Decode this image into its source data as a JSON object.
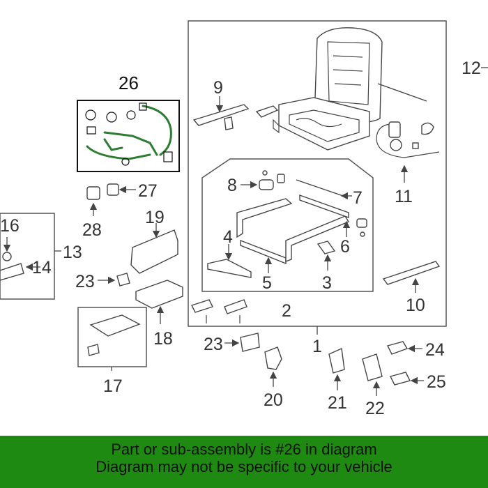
{
  "callouts": {
    "c1": "1",
    "c2": "2",
    "c3": "3",
    "c4": "4",
    "c5": "5",
    "c6": "6",
    "c7": "7",
    "c8": "8",
    "c9": "9",
    "c10": "10",
    "c11": "11",
    "c12": "12",
    "c13": "13",
    "c14": "14",
    "c16": "16",
    "c17": "17",
    "c18": "18",
    "c19": "19",
    "c20": "20",
    "c21": "21",
    "c22": "22",
    "c23a": "23",
    "c23b": "23",
    "c24": "24",
    "c25": "25",
    "c26": "26",
    "c27": "27",
    "c28": "28"
  },
  "banner": {
    "line1": "Part or sub-assembly is #26 in diagram",
    "line2": "Diagram may not be specific to your vehicle",
    "color": "#1f8a12"
  },
  "highlight": {
    "part": "26",
    "color": "#2e7d32"
  }
}
